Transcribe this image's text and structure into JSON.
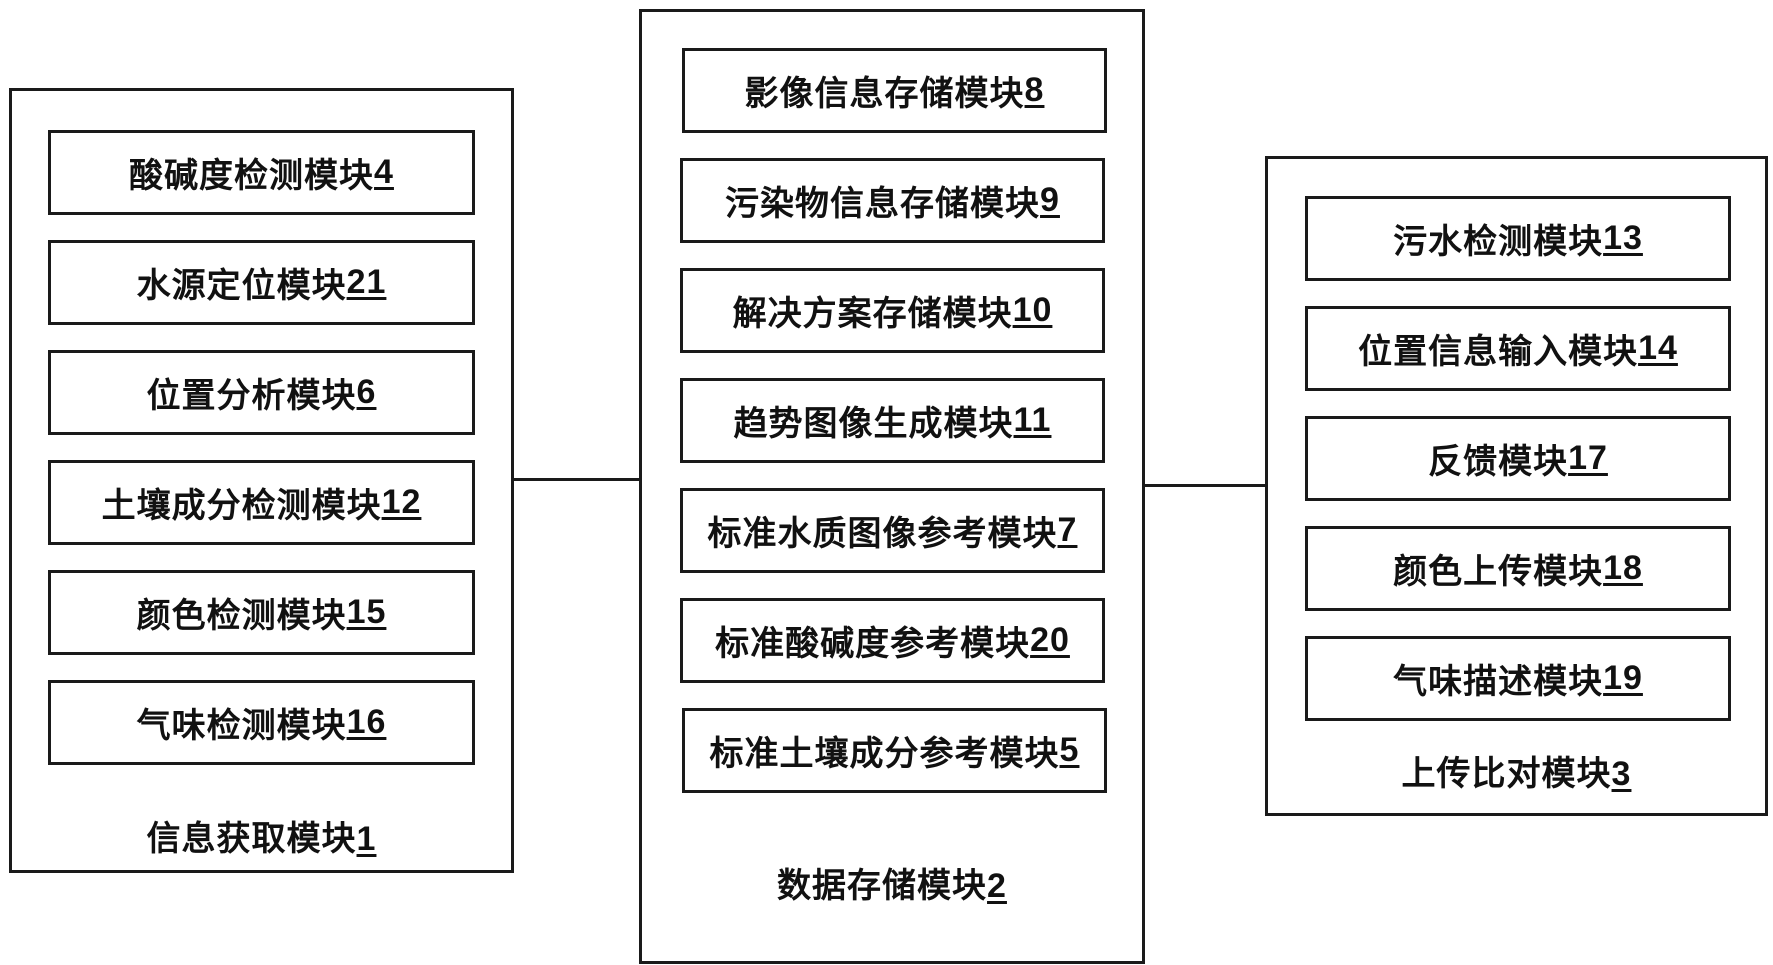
{
  "info_group": {
    "title": "信息获取模块",
    "title_num": "1",
    "modules": [
      {
        "label": "酸碱度检测模块",
        "num": "4"
      },
      {
        "label": "水源定位模块",
        "num": "21"
      },
      {
        "label": "位置分析模块",
        "num": "6"
      },
      {
        "label": "土壤成分检测模块",
        "num": "12"
      },
      {
        "label": "颜色检测模块",
        "num": "15"
      },
      {
        "label": "气味检测模块",
        "num": "16"
      }
    ]
  },
  "storage_group": {
    "title": "数据存储模块",
    "title_num": "2",
    "modules": [
      {
        "label": "影像信息存储模块",
        "num": "8"
      },
      {
        "label": "污染物信息存储模块",
        "num": "9"
      },
      {
        "label": "解决方案存储模块",
        "num": "10"
      },
      {
        "label": "趋势图像生成模块",
        "num": "11"
      },
      {
        "label": "标准水质图像参考模块",
        "num": "7"
      },
      {
        "label": "标准酸碱度参考模块",
        "num": "20"
      },
      {
        "label": "标准土壤成分参考模块",
        "num": "5"
      }
    ]
  },
  "upload_group": {
    "title": "上传比对模块",
    "title_num": "3",
    "modules": [
      {
        "label": "污水检测模块",
        "num": "13"
      },
      {
        "label": "位置信息输入模块",
        "num": "14"
      },
      {
        "label": "反馈模块",
        "num": "17"
      },
      {
        "label": "颜色上传模块",
        "num": "18"
      },
      {
        "label": "气味描述模块",
        "num": "19"
      }
    ]
  }
}
